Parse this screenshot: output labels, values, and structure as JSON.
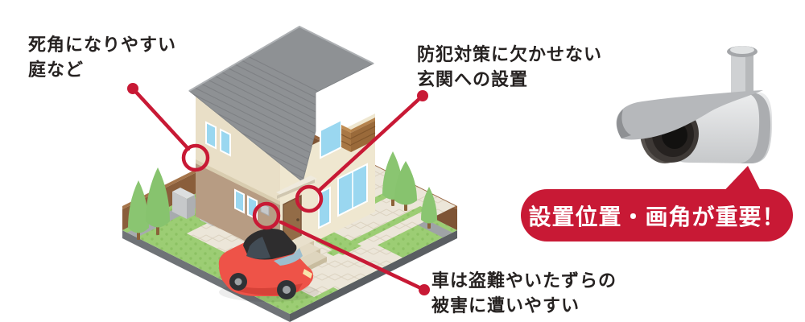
{
  "annotations": {
    "garden": {
      "line1": "死角になりやすい",
      "line2": "庭など"
    },
    "entrance": {
      "line1": "防犯対策に欠かせない",
      "line2": "玄関への設置"
    },
    "car": {
      "line1": "車は盗難やいたずらの",
      "line2": "被害に遭いやすい"
    }
  },
  "callout": {
    "label": "設置位置・画角が重要！"
  },
  "illustrations": {
    "house_scene": "isometric-two-story-house-with-yard-garden-and-red-car",
    "camera": "bullet-security-camera-icon"
  },
  "colors": {
    "accent_red": "#C81935",
    "text_dark": "#262221",
    "roof_gray": "#8E9194",
    "wall_cream": "#EFE7D0",
    "wall_tan": "#B79C83",
    "lawn_green": "#9CCD74",
    "pavement": "#ECE6D9",
    "fence_brown": "#8A5E3B",
    "balcony_wood": "#A97845",
    "window_blue": "#9AD7F0",
    "car_red": "#EE5348"
  }
}
